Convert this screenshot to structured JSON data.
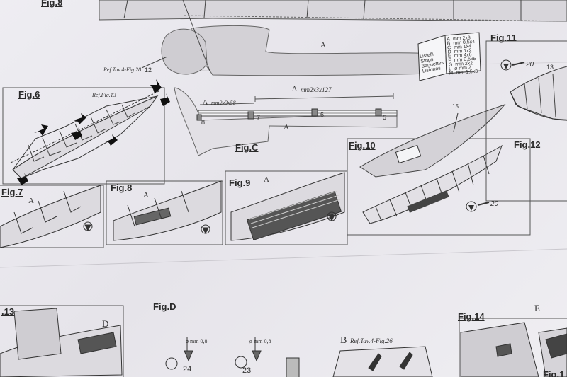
{
  "figures": {
    "fig8_top": "Fig.8",
    "fig6": "Fig.6",
    "fig7": "Fig.7",
    "fig8": "Fig.8",
    "fig9": "Fig.9",
    "fig10": "Fig.10",
    "fig11": "Fig.11",
    "fig12": "Fig.12",
    "fig13": ".13",
    "fig14": "Fig.14",
    "figC": "Fig.C",
    "figD": "Fig.D",
    "fig15": "Fig.1"
  },
  "refs": {
    "top_ref": "Ref.Tav.4-Fig.28",
    "fig6_ref": "Ref.Fig.13",
    "bottom_ref": "Ref.Tav.4-Fig.26"
  },
  "dimensions": {
    "short": "mm2x3x58",
    "long": "mm2x3x127"
  },
  "part_numbers": {
    "n12": "12",
    "n13": "13",
    "n15": "15",
    "n8": "8",
    "n7": "7",
    "n6": "6",
    "n5": "5",
    "n20a": "20",
    "n20b": "20",
    "n24": "24",
    "n23": "23"
  },
  "letters": {
    "A_top": "A",
    "A_figC": "A",
    "A_fig7": "A",
    "A_fig8": "A",
    "A_fig9": "A",
    "B_bottom": "B",
    "D_fig13": "D",
    "E_fig14": "E",
    "delta": "Δ"
  },
  "diameters": {
    "d1": "ø mm 0,8",
    "d2": "ø mm 0,8"
  },
  "legend": {
    "title_lines": [
      "Listelli",
      "Strips",
      "Baguettes",
      "Listones"
    ],
    "rows": [
      [
        "A",
        "mm 2x3"
      ],
      [
        "B",
        "mm 0,5x4"
      ],
      [
        "C",
        "mm 1x4"
      ],
      [
        "D",
        "mm 1x2"
      ],
      [
        "E",
        "mm 4x6"
      ],
      [
        "F",
        "mm 0,5x5"
      ],
      [
        "G",
        "mm 2x2"
      ],
      [
        "L",
        "ø mm 2"
      ],
      [
        "M",
        "mm 1,5x3"
      ]
    ]
  }
}
